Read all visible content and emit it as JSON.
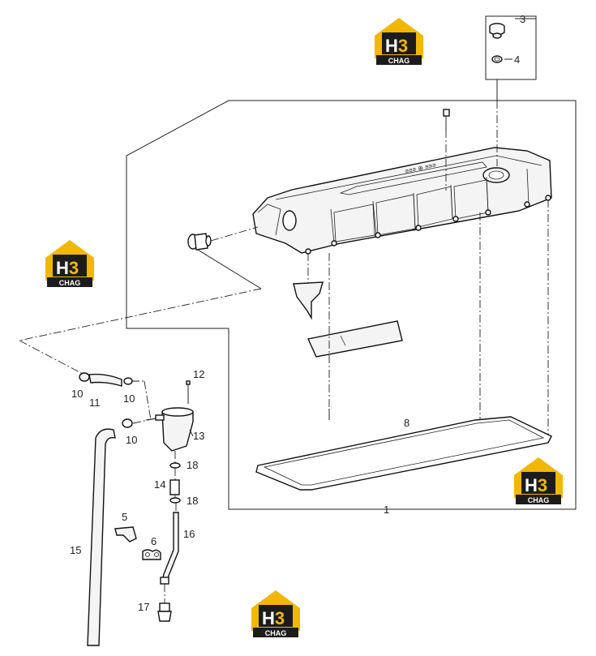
{
  "logo": {
    "mark": "H",
    "mark_accent": "3",
    "word": "CHAG"
  },
  "logo_colors": {
    "house": "#f2b705",
    "dark": "#1c1c1c",
    "white": "#ffffff"
  },
  "callouts": [
    {
      "id": "c1",
      "label": "1"
    },
    {
      "id": "c3",
      "label": "3"
    },
    {
      "id": "c4",
      "label": "4"
    },
    {
      "id": "c5",
      "label": "5"
    },
    {
      "id": "c6",
      "label": "6"
    },
    {
      "id": "c8",
      "label": "8"
    },
    {
      "id": "c10a",
      "label": "10"
    },
    {
      "id": "c10b",
      "label": "10"
    },
    {
      "id": "c10c",
      "label": "10"
    },
    {
      "id": "c11",
      "label": "11"
    },
    {
      "id": "c12",
      "label": "12"
    },
    {
      "id": "c13",
      "label": "13"
    },
    {
      "id": "c14",
      "label": "14"
    },
    {
      "id": "c15",
      "label": "15"
    },
    {
      "id": "c16",
      "label": "16"
    },
    {
      "id": "c17",
      "label": "17"
    },
    {
      "id": "c18a",
      "label": "18"
    },
    {
      "id": "c18b",
      "label": "18"
    }
  ]
}
